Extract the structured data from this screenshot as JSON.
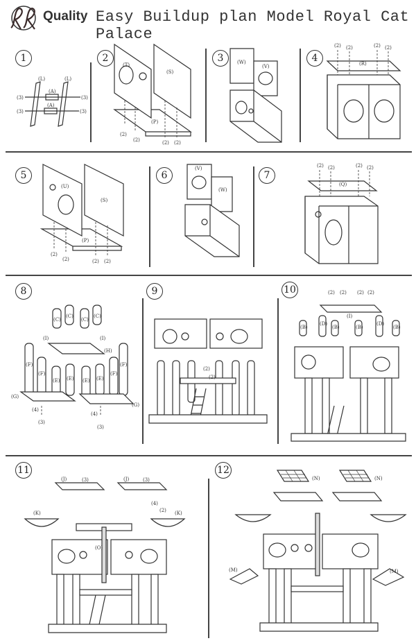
{
  "header": {
    "brand": "Quality",
    "logo_text": "RR",
    "title": "Easy Buildup plan Model Royal Cat Palace"
  },
  "steps": [
    {
      "number": "1",
      "labels": [
        "(L)",
        "(L)",
        "(A)",
        "(A)",
        "(3)",
        "(3)",
        "(3)",
        "(3)"
      ]
    },
    {
      "number": "2",
      "labels": [
        "(T)",
        "(S)",
        "(P)",
        "(2)",
        "(2)",
        "(2)",
        "(2)"
      ]
    },
    {
      "number": "3",
      "labels": [
        "(W)",
        "(V)"
      ]
    },
    {
      "number": "4",
      "labels": [
        "(R)",
        "(2)",
        "(2)",
        "(2)",
        "(2)"
      ]
    },
    {
      "number": "5",
      "labels": [
        "(U)",
        "(S)",
        "(P)",
        "(2)",
        "(2)",
        "(2)",
        "(2)"
      ]
    },
    {
      "number": "6",
      "labels": [
        "(V)",
        "(W)"
      ]
    },
    {
      "number": "7",
      "labels": [
        "(Q)",
        "(2)",
        "(2)",
        "(2)",
        "(2)"
      ]
    },
    {
      "number": "8",
      "labels": [
        "(C)",
        "(C)",
        "(C)",
        "(C)",
        "(I)",
        "(I)",
        "(H)",
        "(F)",
        "(F)",
        "(E)",
        "(E)",
        "(E)",
        "(E)",
        "(F)",
        "(F)",
        "(G)",
        "(G)",
        "(4)",
        "(4)",
        "(3)",
        "(3)"
      ]
    },
    {
      "number": "9",
      "labels": [
        "(2)",
        "(2)"
      ]
    },
    {
      "number": "10",
      "labels": [
        "(2)",
        "(2)",
        "(2)",
        "(2)",
        "(I)",
        "(B)",
        "(D)",
        "(B)",
        "(B)",
        "(D)",
        "(B)"
      ]
    },
    {
      "number": "11",
      "labels": [
        "(J)",
        "(J)",
        "(3)",
        "(3)",
        "(K)",
        "(K)",
        "(4)",
        "(2)",
        "(O)"
      ]
    },
    {
      "number": "12",
      "labels": [
        "(N)",
        "(N)",
        "(M)",
        "(M)"
      ]
    }
  ]
}
